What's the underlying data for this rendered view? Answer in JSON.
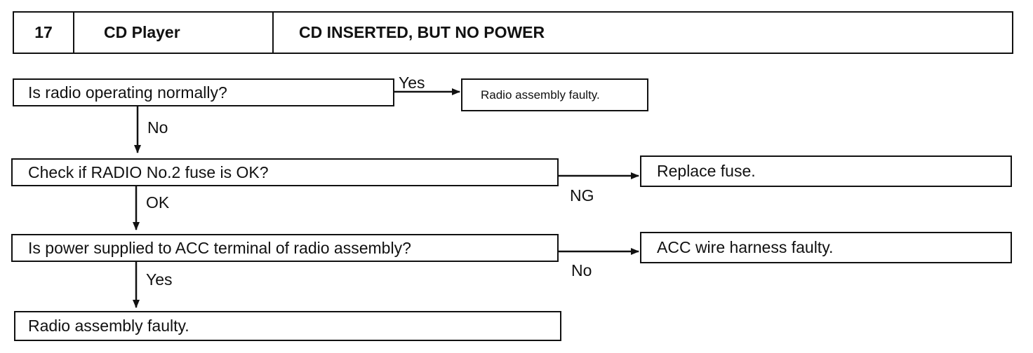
{
  "header": {
    "number": "17",
    "title": "CD Player",
    "description": "CD INSERTED, BUT NO POWER"
  },
  "flow": {
    "q1": "Is radio operating normally?",
    "q1_yes_label": "Yes",
    "q1_yes_result": "Radio assembly faulty.",
    "q1_no_label": "No",
    "q2": "Check if RADIO No.2 fuse is OK?",
    "q2_ng_label": "NG",
    "q2_ng_result": "Replace fuse.",
    "q2_ok_label": "OK",
    "q3": "Is power supplied to ACC terminal of radio assembly?",
    "q3_no_label": "No",
    "q3_no_result": "ACC wire harness faulty.",
    "q3_yes_label": "Yes",
    "final_result": "Radio assembly faulty."
  }
}
